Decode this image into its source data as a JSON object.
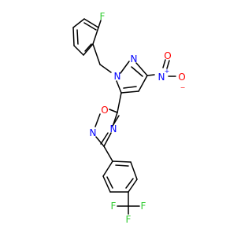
{
  "molecule": {
    "atoms": {
      "fluorine_top": "F",
      "pyrazole_n1": "N",
      "pyrazole_n2": "N",
      "nitro_n": "N",
      "nitro_n_charge": "+",
      "nitro_o_top": "O",
      "nitro_o_right": "O",
      "nitro_o_charge": "−",
      "oxadiazole_o": "O",
      "oxadiazole_n2": "N",
      "oxadiazole_n4": "N",
      "cf3_f_left": "F",
      "cf3_f_right": "F",
      "cf3_f_bottom": "F"
    },
    "colors": {
      "bond": "#000000",
      "nitrogen": "#0000ff",
      "oxygen": "#ff0000",
      "fluorine": "#33cc33"
    }
  }
}
